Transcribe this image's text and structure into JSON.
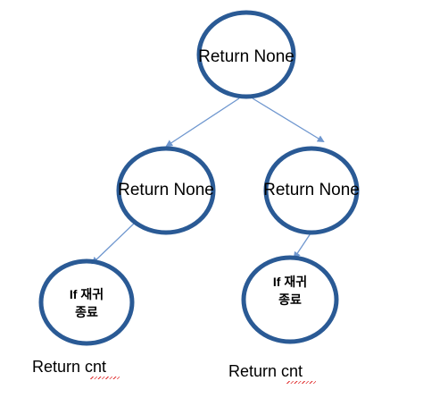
{
  "colors": {
    "circle_stroke": "#2a5a95",
    "arrow": "#6f97cf"
  },
  "nodes": {
    "root": {
      "label": "Return None"
    },
    "left": {
      "label": "Return None"
    },
    "right": {
      "label": "Return None"
    },
    "left_leaf": {
      "label_line1": "If 재귀",
      "label_line2": "종료"
    },
    "right_leaf": {
      "label_line1": "If 재귀",
      "label_line2": "종료"
    }
  },
  "returns": {
    "left": "Return cnt",
    "right": "Return cnt"
  }
}
